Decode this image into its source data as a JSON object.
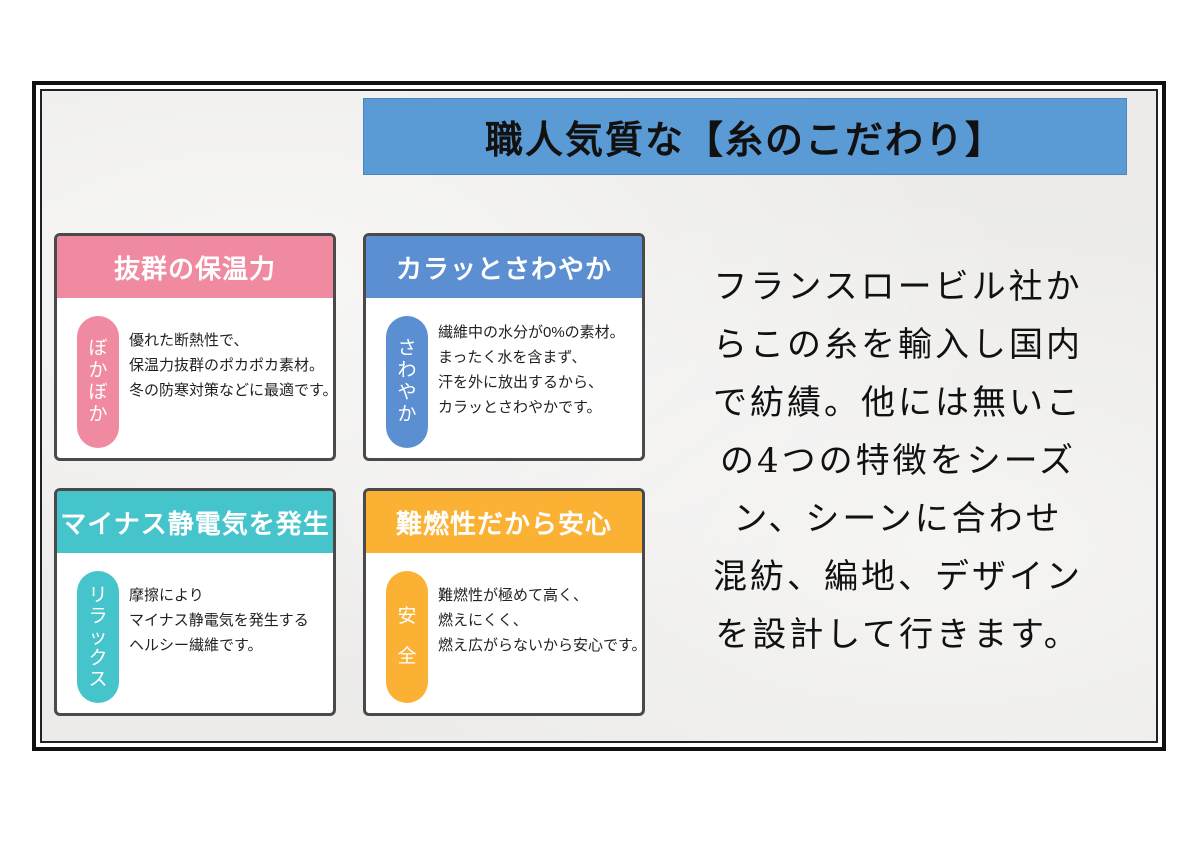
{
  "title": "職人気質な【糸のこだわり】",
  "colors": {
    "title_bg": "#5b9bd5",
    "pink": "#f08aa0",
    "blue": "#5b8fd2",
    "teal": "#46c4cc",
    "orange": "#fbb134"
  },
  "cards": [
    {
      "header": "抜群の保温力",
      "pill": [
        "ぼ",
        "か",
        "ぼ",
        "か"
      ],
      "lines": [
        "優れた断熱性で、",
        "保温力抜群のポカポカ素材。",
        "冬の防寒対策などに最適です。"
      ]
    },
    {
      "header": "カラッとさわやか",
      "pill": [
        "さ",
        "わ",
        "や",
        "か"
      ],
      "lines": [
        "繊維中の水分が0%の素材。",
        "まったく水を含まず、",
        "汗を外に放出するから、",
        "カラッとさわやかです。"
      ]
    },
    {
      "header": "マイナス静電気を発生",
      "pill": [
        "リ",
        "ラ",
        "ッ",
        "ク",
        "ス"
      ],
      "lines": [
        "摩擦により",
        "マイナス静電気を発生する",
        "ヘルシー繊維です。"
      ]
    },
    {
      "header": "難燃性だから安心",
      "pill": [
        "安",
        "全"
      ],
      "lines": [
        "難燃性が極めて高く、",
        "燃えにくく、",
        "燃え広がらないから安心です。"
      ]
    }
  ],
  "description_lines": [
    "フランスロービル社か",
    "らこの糸を輸入し国内",
    "で紡績。他には無いこ",
    "の4つの特徴をシーズ",
    "ン、シーンに合わせ",
    "混紡、編地、デザイン",
    "を設計して行きます。"
  ]
}
